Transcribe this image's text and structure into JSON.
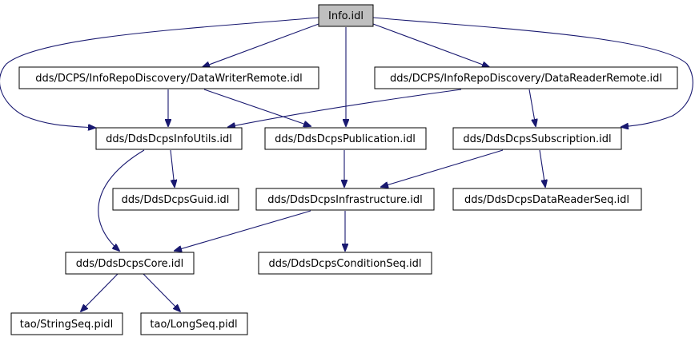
{
  "nodes": {
    "info": {
      "label": "Info.idl",
      "root": true
    },
    "writer_remote": {
      "label": "dds/DCPS/InfoRepoDiscovery/DataWriterRemote.idl"
    },
    "reader_remote": {
      "label": "dds/DCPS/InfoRepoDiscovery/DataReaderRemote.idl"
    },
    "info_utils": {
      "label": "dds/DdsDcpsInfoUtils.idl"
    },
    "publication": {
      "label": "dds/DdsDcpsPublication.idl"
    },
    "subscription": {
      "label": "dds/DdsDcpsSubscription.idl"
    },
    "guid": {
      "label": "dds/DdsDcpsGuid.idl"
    },
    "infrastructure": {
      "label": "dds/DdsDcpsInfrastructure.idl"
    },
    "reader_seq": {
      "label": "dds/DdsDcpsDataReaderSeq.idl"
    },
    "core": {
      "label": "dds/DdsDcpsCore.idl"
    },
    "condition_seq": {
      "label": "dds/DdsDcpsConditionSeq.idl"
    },
    "string_seq": {
      "label": "tao/StringSeq.pidl"
    },
    "long_seq": {
      "label": "tao/LongSeq.pidl"
    }
  },
  "edges": [
    {
      "from": "info",
      "to": "writer_remote"
    },
    {
      "from": "info",
      "to": "reader_remote"
    },
    {
      "from": "info",
      "to": "info_utils"
    },
    {
      "from": "info",
      "to": "publication"
    },
    {
      "from": "info",
      "to": "subscription"
    },
    {
      "from": "writer_remote",
      "to": "info_utils"
    },
    {
      "from": "writer_remote",
      "to": "publication"
    },
    {
      "from": "reader_remote",
      "to": "info_utils"
    },
    {
      "from": "reader_remote",
      "to": "subscription"
    },
    {
      "from": "info_utils",
      "to": "guid"
    },
    {
      "from": "info_utils",
      "to": "core"
    },
    {
      "from": "publication",
      "to": "infrastructure"
    },
    {
      "from": "subscription",
      "to": "infrastructure"
    },
    {
      "from": "subscription",
      "to": "reader_seq"
    },
    {
      "from": "infrastructure",
      "to": "core"
    },
    {
      "from": "infrastructure",
      "to": "condition_seq"
    },
    {
      "from": "core",
      "to": "string_seq"
    },
    {
      "from": "core",
      "to": "long_seq"
    }
  ]
}
